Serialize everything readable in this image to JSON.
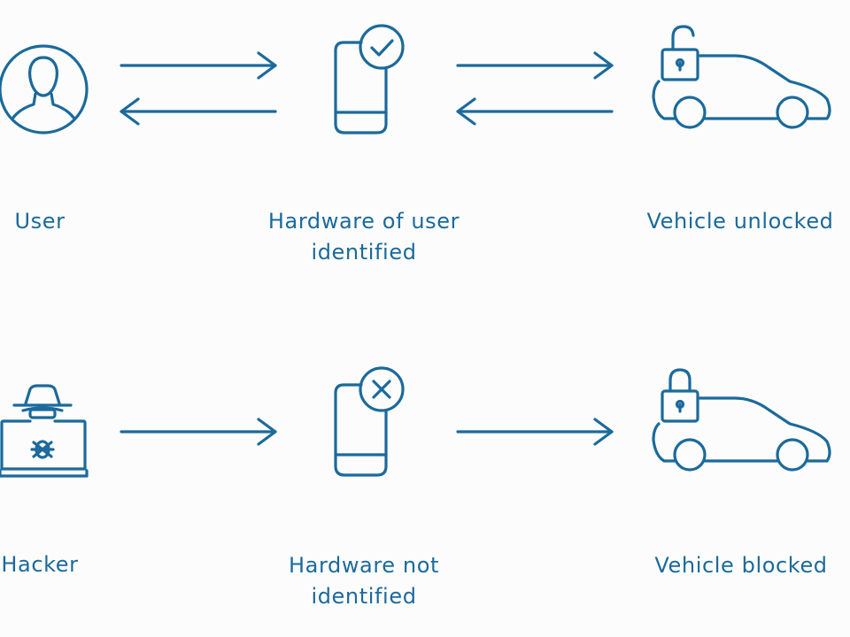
{
  "diagram": {
    "color": "#1b6a9b",
    "background": "#fcfcfc",
    "rows": [
      {
        "name": "legitimate-flow",
        "nodes": [
          {
            "icon": "user-icon",
            "label_lines": [
              "User"
            ]
          },
          {
            "icon": "phone-check-icon",
            "label_lines": [
              "Hardware of user",
              "identified"
            ]
          },
          {
            "icon": "car-unlocked-icon",
            "label_lines": [
              "Vehicle unlocked"
            ]
          }
        ],
        "connectors": [
          "bidirectional-arrows",
          "bidirectional-arrows"
        ]
      },
      {
        "name": "attack-flow",
        "nodes": [
          {
            "icon": "hacker-icon",
            "label_lines": [
              "Hacker"
            ]
          },
          {
            "icon": "phone-cross-icon",
            "label_lines": [
              "Hardware not",
              "identified"
            ]
          },
          {
            "icon": "car-locked-icon",
            "label_lines": [
              "Vehicle blocked"
            ]
          }
        ],
        "connectors": [
          "forward-arrow",
          "forward-arrow"
        ]
      }
    ]
  }
}
